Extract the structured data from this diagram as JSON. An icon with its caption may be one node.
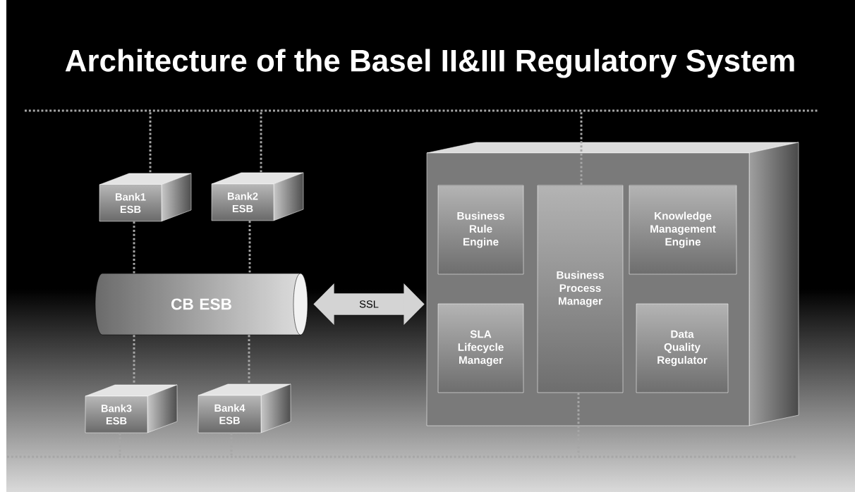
{
  "diagram": {
    "title": "Architecture of the Basel II&III Regulatory System",
    "nodes": [
      {
        "text": [
          "Bank1 ESB"
        ]
      },
      {
        "text": [
          "Bank2 ESB"
        ]
      },
      {
        "text": [
          "CB ESB"
        ]
      },
      {
        "text": [
          "Bank3 ESB"
        ]
      },
      {
        "text": [
          "Bank4 ESB"
        ]
      },
      {
        "text": [],
        "shape": "box"
      },
      {
        "text": [
          "Business Rule Engine"
        ],
        "in": 5
      },
      {
        "text": [
          "Business Process Manager"
        ],
        "in": 5
      },
      {
        "text": [
          "Knowledge Management Engine"
        ],
        "in": 5
      },
      {
        "text": [
          "SLA Lifecycle Manager"
        ],
        "in": 5
      },
      {
        "text": [
          "Data Quality Regulator"
        ],
        "in": 5
      },
      {
        "text": [],
        "shape": "bar"
      },
      {
        "text": [],
        "shape": "bar"
      }
    ],
    "edges": [
      {
        "from": 11,
        "to": 0,
        "arrow": "none",
        "style": "dashed"
      },
      {
        "from": 11,
        "to": 1,
        "arrow": "none",
        "style": "dashed"
      },
      {
        "from": 0,
        "to": 2,
        "arrow": "none",
        "style": "dashed"
      },
      {
        "from": 1,
        "to": 2,
        "arrow": "none",
        "style": "dashed"
      },
      {
        "from": 2,
        "to": 3,
        "arrow": "none",
        "style": "dashed"
      },
      {
        "from": 2,
        "to": 4,
        "arrow": "none",
        "style": "dashed"
      },
      {
        "from": 3,
        "to": 12,
        "arrow": "none",
        "style": "dashed"
      },
      {
        "from": 4,
        "to": 12,
        "arrow": "none",
        "style": "dashed"
      },
      {
        "from": 11,
        "to": 7,
        "arrow": "none",
        "style": "dashed"
      },
      {
        "from": 7,
        "to": 12,
        "arrow": "none",
        "style": "dashed"
      },
      {
        "from": 2,
        "to": 5,
        "arrow": "both",
        "label": "SSL",
        "style": "thick"
      }
    ]
  }
}
